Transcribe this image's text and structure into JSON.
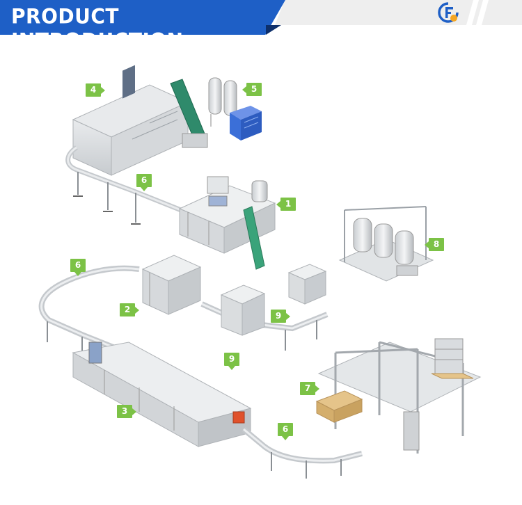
{
  "header": {
    "title": "PRODUCT INTRODUCTION",
    "brand_color": "#1e5fc6",
    "logo_icon": "company-logo"
  },
  "markers": [
    {
      "label": "4"
    },
    {
      "label": "5"
    },
    {
      "label": "6"
    },
    {
      "label": "1"
    },
    {
      "label": "8"
    },
    {
      "label": "6"
    },
    {
      "label": "2"
    },
    {
      "label": "9"
    },
    {
      "label": "9"
    },
    {
      "label": "7"
    },
    {
      "label": "3"
    },
    {
      "label": "6"
    }
  ],
  "colors": {
    "marker_green": "#7cc246",
    "machine_grey": "#d9dcdf",
    "frame_grey": "#b5b9bd",
    "wood_pallet": "#e5c48a",
    "cooler_blue": "#3b6fd8"
  }
}
